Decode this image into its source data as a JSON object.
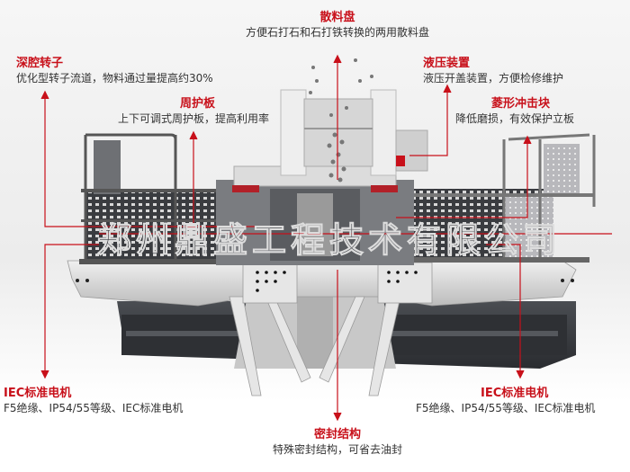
{
  "diagram": {
    "subject": "vertical shaft impact crusher",
    "accent_color": "#c8101a",
    "watermark": "郑州鼎盛工程技术有限公司",
    "callouts": [
      {
        "id": "feed-tray",
        "title": "散料盘",
        "desc": "方便石打石和石打铁转换的两用散料盘"
      },
      {
        "id": "deep-rotor",
        "title": "深腔转子",
        "desc": "优化型转子流道，物料通过量提高约30%"
      },
      {
        "id": "peripheral-plate",
        "title": "周护板",
        "desc": "上下可调式周护板，提高利用率"
      },
      {
        "id": "hydraulic-device",
        "title": "液压装置",
        "desc": "液压开盖装置，方便检修维护"
      },
      {
        "id": "diamond-impact-block",
        "title": "菱形冲击块",
        "desc": "降低磨损，有效保护立板"
      },
      {
        "id": "iec-motor-left",
        "title": "IEC标准电机",
        "desc": "F5绝缘、IP54/55等级、IEC标准电机"
      },
      {
        "id": "iec-motor-right",
        "title": "IEC标准电机",
        "desc": "F5绝缘、IP54/55等级、IEC标准电机"
      },
      {
        "id": "seal-structure",
        "title": "密封结构",
        "desc": "特殊密封结构，可省去油封"
      }
    ]
  }
}
